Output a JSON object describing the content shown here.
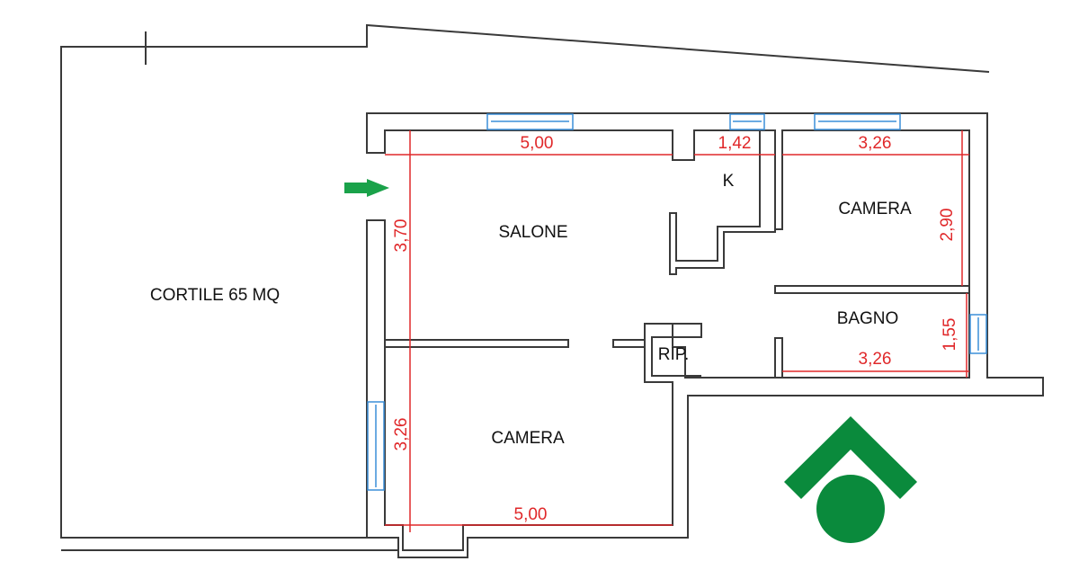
{
  "rooms": {
    "cortile": "CORTILE 65 MQ",
    "salone": "SALONE",
    "kitchen": "K",
    "camera1": "CAMERA",
    "bagno": "BAGNO",
    "ripostiglio": "RIP.",
    "camera2": "CAMERA"
  },
  "dimensions": {
    "salone_width": "5,00",
    "salone_depth": "3,70",
    "kitchen_width": "1,42",
    "camera1_width": "3,26",
    "camera1_depth": "2,90",
    "bagno_width": "3,26",
    "bagno_depth": "1,55",
    "camera2_depth": "3,26",
    "camera2_width": "5,00"
  },
  "icons": {
    "entrance": "entrance-arrow-icon",
    "logo": "agency-logo"
  },
  "colors": {
    "dimension": "#e0282a",
    "window": "#3b8fd9",
    "logo": "#0a8a3c",
    "arrow": "#1aa24a"
  }
}
